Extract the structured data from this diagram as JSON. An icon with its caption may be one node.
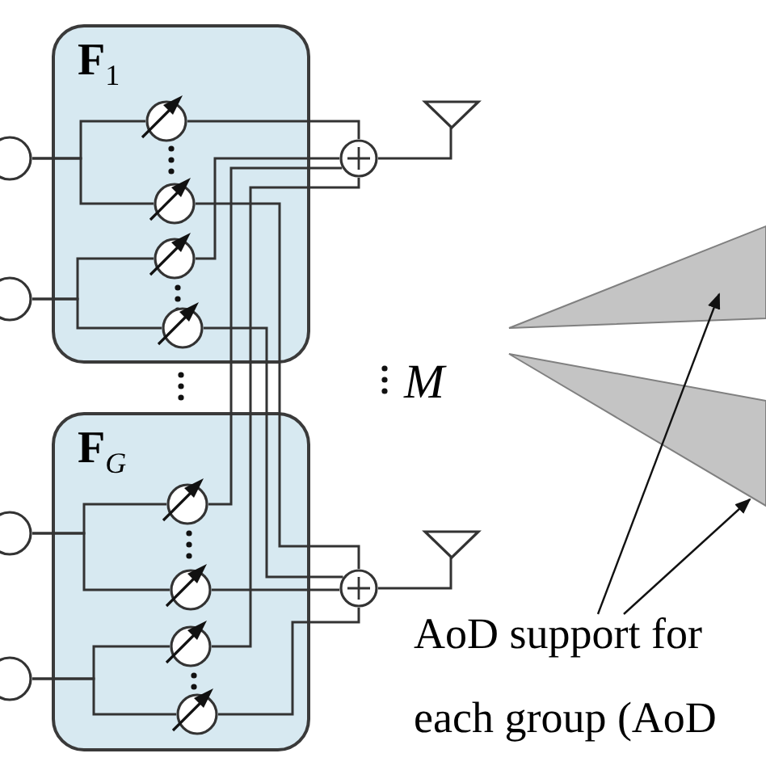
{
  "diagram": {
    "nodes": [
      {
        "text": [
          "**F**$_{1}$"
        ]
      },
      {
        "text": [
          "**F**$_{G}$"
        ]
      },
      {
        "text": [],
        "shape": "circle",
        "in": 0
      },
      {
        "text": [],
        "shape": "circle",
        "in": 0
      },
      {
        "text": [],
        "shape": "circle",
        "in": 0
      },
      {
        "text": [],
        "shape": "circle",
        "in": 0
      },
      {
        "text": [],
        "shape": "circle",
        "in": 1
      },
      {
        "text": [],
        "shape": "circle",
        "in": 1
      },
      {
        "text": [],
        "shape": "circle",
        "in": 1
      },
      {
        "text": [],
        "shape": "circle",
        "in": 1
      },
      {
        "text": [],
        "shape": "circle"
      },
      {
        "text": [],
        "shape": "circle"
      },
      {
        "text": [],
        "shape": "circle"
      },
      {
        "text": [],
        "shape": "circle"
      },
      {
        "text": [],
        "shape": "circle"
      },
      {
        "text": [],
        "shape": "circle"
      },
      {
        "text": [],
        "shape": "antenna"
      },
      {
        "text": [],
        "shape": "antenna"
      },
      {
        "text": [],
        "shape": "triangle"
      },
      {
        "text": [],
        "shape": "triangle"
      },
      {
        "text": [
          "AoD support for each group (AoD"
        ]
      }
    ],
    "edges": [
      {
        "from": 10,
        "to": 2,
        "arrow": "none"
      },
      {
        "from": 10,
        "to": 3,
        "arrow": "none"
      },
      {
        "from": 11,
        "to": 4,
        "arrow": "none"
      },
      {
        "from": 11,
        "to": 5,
        "arrow": "none"
      },
      {
        "from": 12,
        "to": 6,
        "arrow": "none"
      },
      {
        "from": 12,
        "to": 7,
        "arrow": "none"
      },
      {
        "from": 13,
        "to": 8,
        "arrow": "none"
      },
      {
        "from": 13,
        "to": 9,
        "arrow": "none"
      },
      {
        "from": 2,
        "to": 14,
        "arrow": "none"
      },
      {
        "from": 3,
        "to": 15,
        "arrow": "none"
      },
      {
        "from": 4,
        "to": 14,
        "arrow": "none"
      },
      {
        "from": 5,
        "to": 15,
        "arrow": "none"
      },
      {
        "from": 6,
        "to": 14,
        "arrow": "none"
      },
      {
        "from": 7,
        "to": 15,
        "arrow": "none"
      },
      {
        "from": 8,
        "to": 14,
        "arrow": "none"
      },
      {
        "from": 9,
        "to": 15,
        "arrow": "none"
      },
      {
        "from": 14,
        "to": 16,
        "arrow": "none"
      },
      {
        "from": 15,
        "to": 17,
        "arrow": "none"
      },
      {
        "from": 20,
        "to": 18,
        "arrow": "to"
      },
      {
        "from": 20,
        "to": 19,
        "arrow": "to"
      }
    ],
    "labels": [
      "M"
    ]
  }
}
